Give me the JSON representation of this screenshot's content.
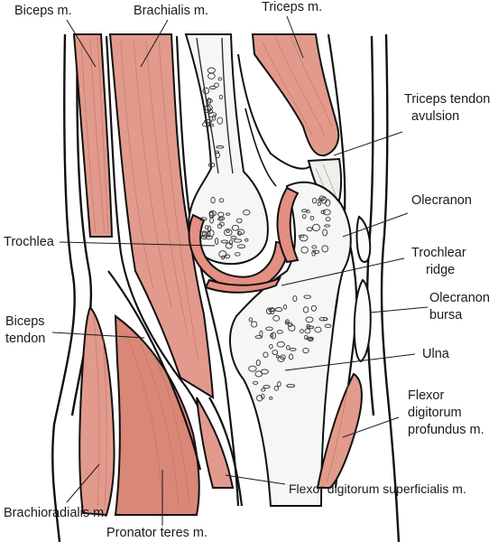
{
  "figure": {
    "labels": {
      "biceps_m": "Biceps m.",
      "brachialis_m": "Brachialis m.",
      "triceps_m": "Triceps m.",
      "triceps_tendon_avulsion": [
        "Triceps tendon",
        "avulsion"
      ],
      "olecranon": "Olecranon",
      "trochlea": "Trochlea",
      "trochlear_ridge": [
        "Trochlear",
        "ridge"
      ],
      "biceps_tendon": [
        "Biceps",
        "tendon"
      ],
      "olecranon_bursa": [
        "Olecranon",
        "bursa"
      ],
      "ulna": "Ulna",
      "flexor_digitorum_profundus_m": [
        "Flexor",
        "digitorum",
        "profundus m."
      ],
      "brachioradialis_m": "Brachioradialis m.",
      "flexor_digitorum_superficialis_m": "Flexor digitorum superficialis m.",
      "pronator_teres_m": "Pronator teres m."
    },
    "colors": {
      "muscle": "#e29a8c",
      "cartilage": "#e58e82",
      "bone": "#f6f6f4",
      "outline": "#111111"
    }
  }
}
